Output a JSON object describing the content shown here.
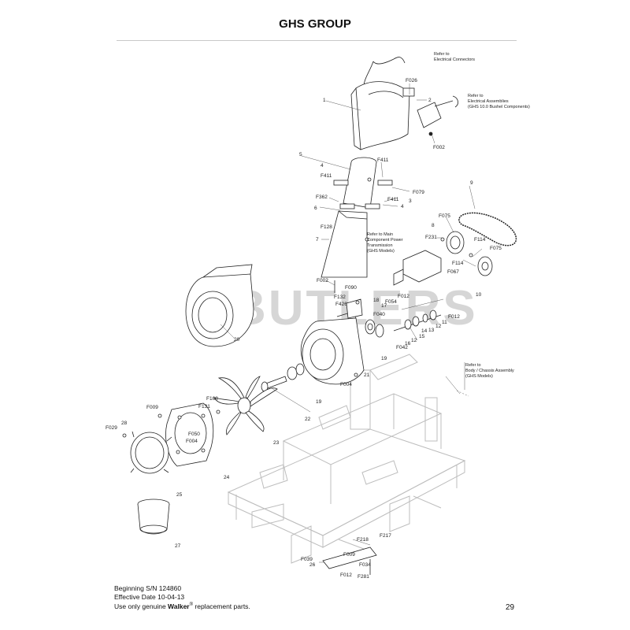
{
  "header": {
    "title": "GHS GROUP"
  },
  "watermark": "BUTLERS",
  "notes": {
    "electrical_connectors": [
      "Refer to",
      "Electrical Connectors"
    ],
    "electrical_assemblies": [
      "Refer to",
      "Electrical Assemblies",
      "(GHS 10.0 Bushel Components)"
    ],
    "main_power": [
      "Refer to Main",
      "Component Power",
      "Transmission",
      "(GHS Models)"
    ],
    "body_chassis": [
      "Refer to",
      "Body / Chassis Assembly",
      "(GHS Models)"
    ]
  },
  "labels": {
    "l_1": "1",
    "l_2": "2",
    "l_f026": "F026",
    "l_f002a": "F002",
    "l_5": "5",
    "l_4a": "4",
    "l_f411a": "F411",
    "l_f411b": "F411",
    "l_f079": "F079",
    "l_f411c": "F411",
    "l_3": "3",
    "l_f362": "F362",
    "l_6": "6",
    "l_4b": "4",
    "l_f128": "F128",
    "l_7": "7",
    "l_f002b": "F002",
    "l_9": "9",
    "l_f075a": "F075",
    "l_8": "8",
    "l_f231": "F231",
    "l_f114a": "F114",
    "l_f114b": "F114",
    "l_f075b": "F075",
    "l_f067": "F067",
    "l_10": "10",
    "l_f090": "F090",
    "l_f132": "F132",
    "l_f426": "F426",
    "l_18": "18",
    "l_f012a": "F012",
    "l_17": "17",
    "l_f054": "F054",
    "l_f040": "F040",
    "l_f012b": "F012",
    "l_11a": "11",
    "l_12a": "12",
    "l_13": "13",
    "l_14": "14",
    "l_15": "15",
    "l_12b": "12",
    "l_16": "16",
    "l_f042": "F042",
    "l_20": "20",
    "l_19a": "19",
    "l_21": "21",
    "l_f004a": "F004",
    "l_19b": "19",
    "l_22": "22",
    "l_f168": "F168",
    "l_f131": "F131",
    "l_f009a": "F009",
    "l_28": "28",
    "l_f029": "F029",
    "l_f050": "F050",
    "l_f004b": "F004",
    "l_23": "23",
    "l_24": "24",
    "l_25": "25",
    "l_27": "27",
    "l_f218": "F218",
    "l_f217": "F217",
    "l_f009b": "F009",
    "l_f039": "F039",
    "l_26": "26",
    "l_f034": "F034",
    "l_f012c": "F012",
    "l_f281": "F281"
  },
  "footer": {
    "serial": "Beginning S/N 124860",
    "effective": "Effective Date 10-04-13",
    "use_prefix": "Use only genuine ",
    "brand": "Walker",
    "reg": "®",
    "use_suffix": " replacement parts."
  },
  "page_number": "29"
}
